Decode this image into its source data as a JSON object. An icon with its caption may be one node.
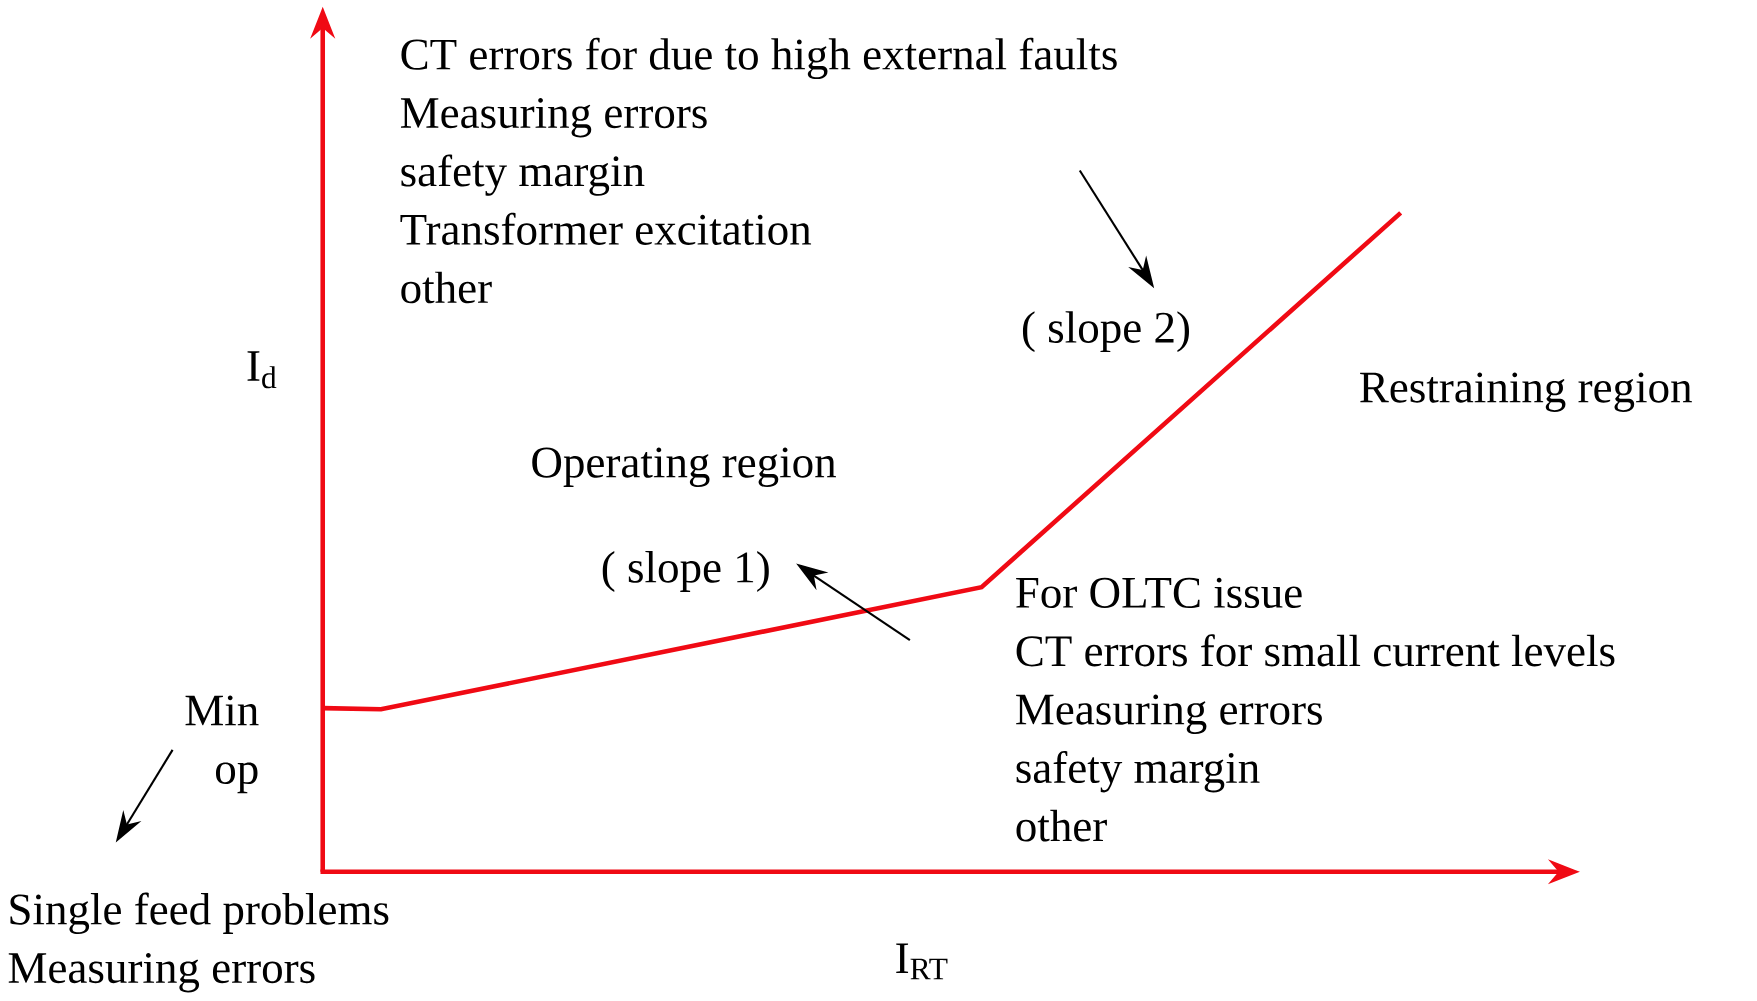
{
  "diagram": {
    "nodes": [
      {
        "text": [
          "CT errors for due to high external faults",
          "Measuring errors",
          "safety margin",
          "Transformer excitation",
          "other"
        ]
      },
      {
        "text": [
          "( slope 2)"
        ]
      },
      {
        "text": [
          "( slope 1)"
        ]
      },
      {
        "text": [
          "For OLTC  issue",
          "CT errors for small current levels",
          "Measuring errors",
          "safety margin",
          "other"
        ]
      },
      {
        "text": [
          "Min op"
        ]
      },
      {
        "text": [
          "Single feed problems",
          "Measuring errors"
        ]
      }
    ],
    "edges": [
      {
        "from": 0,
        "to": 1,
        "arrow": "to"
      },
      {
        "from": 3,
        "to": 2,
        "arrow": "to"
      },
      {
        "from": 4,
        "to": 5,
        "arrow": "to"
      }
    ],
    "labels": [
      "I$_{d}$",
      "Operating region",
      "Restraining region",
      "I$_{RT}$"
    ]
  }
}
